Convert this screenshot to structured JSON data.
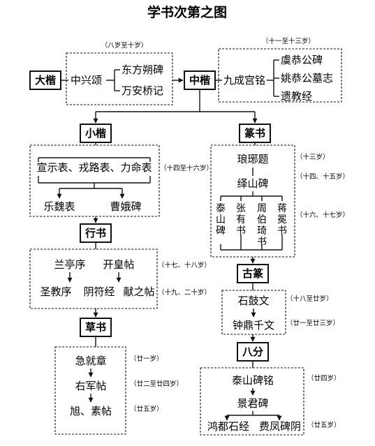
{
  "title": "学书次第之图",
  "stages": {
    "dakai": "大楷",
    "zhongkai": "中楷",
    "xiaokai": "小楷",
    "zhuanshu": "篆书",
    "xingshu": "行书",
    "guzhuan": "古篆",
    "caoshu": "草书",
    "bafen": "八分"
  },
  "notes": {
    "dakai_age": "（八岁至十岁）",
    "zhongkai_age": "（十一至十三岁）",
    "xiaokai_age": "（十四至十六岁）",
    "zhuan1_age": "（十三岁）",
    "zhuan2_age": "（十四、十五岁）",
    "zhuan3_age": "（十六、十七岁）",
    "xing1_age": "（十七、十八岁）",
    "xing2_age": "（十九、二十岁）",
    "gu1_age": "（十八至廿岁）",
    "gu2_age": "（廿一至廿三岁）",
    "cao1_age": "（廿一岁）",
    "cao2_age": "（廿二至廿四岁）",
    "cao3_age": "（廿五岁）",
    "ba1_age": "（廿四岁）",
    "ba2_age": "（廿五岁）"
  },
  "works": {
    "zhongxingsong": "中兴颂",
    "dongfang": "东方朔碑",
    "wanan": "万安桥记",
    "jiucheng": "九成宫铭",
    "yugong": "虞恭公碑",
    "yaogong": "姚恭公墓志",
    "yijiao": "遗教经",
    "xuanshi": "宣示表、戎路表、力命表",
    "leyi": "乐魏表",
    "caoe": "曹娥碑",
    "langya": "琅琊题",
    "yishan": "绎山碑",
    "taishan_v": "泰山碑",
    "zhangyou_v": "张有书",
    "zhouboqi_v": "周伯琦书",
    "jiangmian_v": "蒋冕书",
    "lanting": "兰亭序",
    "kaihuang": "开皇帖",
    "shengjiao": "圣教序",
    "yinfu": "阴符经",
    "xianzhi": "献之帖",
    "shigu": "石鼓文",
    "zhongding": "钟鼎千文",
    "jijiu": "急就章",
    "youjun": "右军帖",
    "xusu": "旭、素帖",
    "taishanbei": "泰山碑铭",
    "jingjun": "景君碑",
    "hongdu": "鸿都石经",
    "feifeng": "费凤碑阴"
  }
}
